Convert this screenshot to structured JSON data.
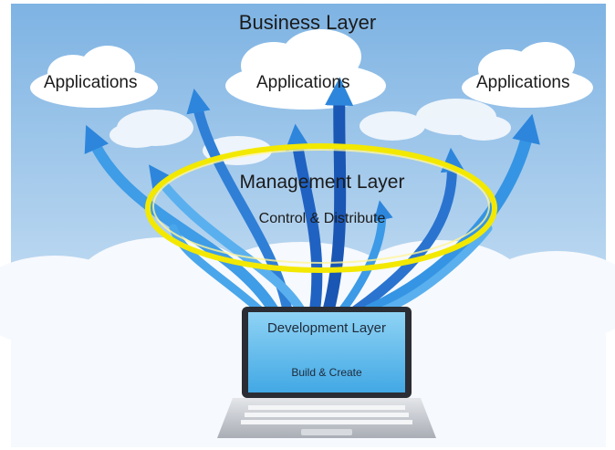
{
  "diagram": {
    "business_layer_title": "Business Layer",
    "applications": [
      {
        "label": "Applications"
      },
      {
        "label": "Applications"
      },
      {
        "label": "Applications"
      }
    ],
    "management_layer": {
      "title": "Management Layer",
      "subtitle": "Control & Distribute"
    },
    "development_layer": {
      "title": "Development Layer",
      "subtitle": "Build & Create"
    }
  },
  "colors": {
    "sky_top": "#7fb4e4",
    "sky_bottom": "#d6e8f7",
    "cloud": "#ffffff",
    "arrow_light": "#5cb6f0",
    "arrow_dark": "#1f5fbf",
    "ring": "#f2e600",
    "screen": "#6cc3f0",
    "laptop_body": "#c9ccd2"
  }
}
